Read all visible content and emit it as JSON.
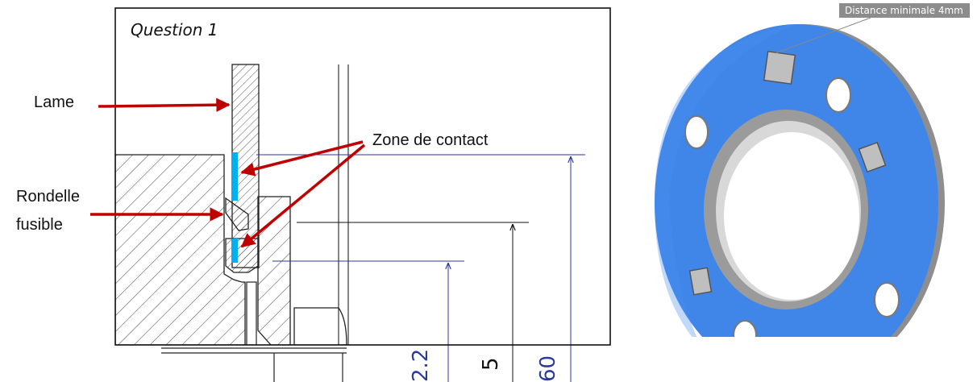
{
  "drawing": {
    "title": "Question 1",
    "labels": {
      "blade": "Lame",
      "contact_zone": "Zone de contact",
      "fusible_washer_line1": "Rondelle",
      "fusible_washer_line2": "fusible"
    },
    "dimensions": {
      "small": "2.2",
      "medium": "5",
      "large": "60"
    },
    "colors": {
      "arrow": "#c00000",
      "contact_marker": "#00b0f0",
      "dimension": "#2b3a9a"
    }
  },
  "render": {
    "tooltip": "Distance minimale 4mm",
    "colors": {
      "part": "#3f86e8",
      "bore": "#cfcfcf",
      "tooltip_bg": "#8c8c8c"
    }
  }
}
